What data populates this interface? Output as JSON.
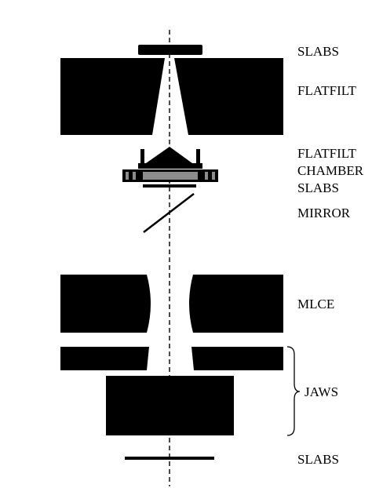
{
  "labels": {
    "slabs_top": "SLABS",
    "flatfilt": "FLATFILT",
    "flatfilt_group": "FLATFILT",
    "chamber": "CHAMBER",
    "slabs_mid": "SLABS",
    "mirror": "MIRROR",
    "mlce": "MLCE",
    "jaws": "JAWS",
    "slabs_bottom": "SLABS"
  },
  "colors": {
    "ink": "#000000",
    "chamber_band": "#8c8c8c",
    "background": "#ffffff"
  }
}
